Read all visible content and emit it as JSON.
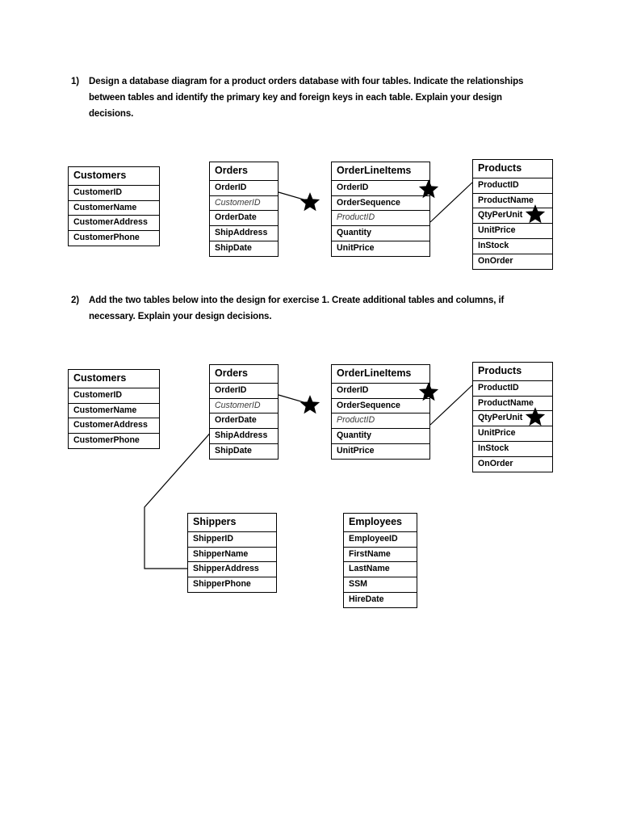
{
  "document": {
    "background_color": "#ffffff",
    "text_color": "#000000"
  },
  "exercises": [
    {
      "number": "1)",
      "text": "Design a database diagram for a product orders database with four tables. Indicate the relationships between tables and identify the primary key and foreign keys in each table. Explain your design decisions."
    },
    {
      "number": "2)",
      "text": "Add the two tables below into the design for exercise 1. Create additional tables and columns, if necessary. Explain your design decisions."
    }
  ],
  "diagram1": {
    "tables": [
      {
        "name": "Customers",
        "fields": [
          {
            "label": "CustomerID",
            "kind": "key"
          },
          {
            "label": "CustomerName",
            "kind": "plain"
          },
          {
            "label": "CustomerAddress",
            "kind": "plain"
          },
          {
            "label": "CustomerPhone",
            "kind": "plain"
          }
        ]
      },
      {
        "name": "Orders",
        "fields": [
          {
            "label": "OrderID",
            "kind": "key"
          },
          {
            "label": "CustomerID",
            "kind": "fk"
          },
          {
            "label": "OrderDate",
            "kind": "plain"
          },
          {
            "label": "ShipAddress",
            "kind": "plain"
          },
          {
            "label": "ShipDate",
            "kind": "plain"
          }
        ]
      },
      {
        "name": "OrderLineItems",
        "fields": [
          {
            "label": "OrderID",
            "kind": "key"
          },
          {
            "label": "OrderSequence",
            "kind": "key"
          },
          {
            "label": "ProductID",
            "kind": "fk"
          },
          {
            "label": "Quantity",
            "kind": "plain"
          },
          {
            "label": "UnitPrice",
            "kind": "plain"
          }
        ]
      },
      {
        "name": "Products",
        "fields": [
          {
            "label": "ProductID",
            "kind": "key"
          },
          {
            "label": "ProductName",
            "kind": "plain"
          },
          {
            "label": "QtyPerUnit",
            "kind": "plain"
          },
          {
            "label": "UnitPrice",
            "kind": "plain"
          },
          {
            "label": "InStock",
            "kind": "plain"
          },
          {
            "label": "OnOrder",
            "kind": "plain"
          }
        ]
      }
    ],
    "markers": [
      "star-orders-orderlineitems",
      "star-orderlineitems-right",
      "star-products-qtyperunit"
    ]
  },
  "diagram2": {
    "tables": [
      {
        "name": "Customers",
        "fields": [
          {
            "label": "CustomerID",
            "kind": "key"
          },
          {
            "label": "CustomerName",
            "kind": "plain"
          },
          {
            "label": "CustomerAddress",
            "kind": "plain"
          },
          {
            "label": "CustomerPhone",
            "kind": "plain"
          }
        ]
      },
      {
        "name": "Orders",
        "fields": [
          {
            "label": "OrderID",
            "kind": "key"
          },
          {
            "label": "CustomerID",
            "kind": "fk"
          },
          {
            "label": "OrderDate",
            "kind": "plain"
          },
          {
            "label": "ShipAddress",
            "kind": "plain"
          },
          {
            "label": "ShipDate",
            "kind": "plain"
          }
        ]
      },
      {
        "name": "OrderLineItems",
        "fields": [
          {
            "label": "OrderID",
            "kind": "key"
          },
          {
            "label": "OrderSequence",
            "kind": "key"
          },
          {
            "label": "ProductID",
            "kind": "fk"
          },
          {
            "label": "Quantity",
            "kind": "plain"
          },
          {
            "label": "UnitPrice",
            "kind": "plain"
          }
        ]
      },
      {
        "name": "Products",
        "fields": [
          {
            "label": "ProductID",
            "kind": "key"
          },
          {
            "label": "ProductName",
            "kind": "plain"
          },
          {
            "label": "QtyPerUnit",
            "kind": "plain"
          },
          {
            "label": "UnitPrice",
            "kind": "plain"
          },
          {
            "label": "InStock",
            "kind": "plain"
          },
          {
            "label": "OnOrder",
            "kind": "plain"
          }
        ]
      },
      {
        "name": "Shippers",
        "fields": [
          {
            "label": "ShipperID",
            "kind": "key"
          },
          {
            "label": "ShipperName",
            "kind": "plain"
          },
          {
            "label": "ShipperAddress",
            "kind": "plain"
          },
          {
            "label": "ShipperPhone",
            "kind": "plain"
          }
        ]
      },
      {
        "name": "Employees",
        "fields": [
          {
            "label": "EmployeeID",
            "kind": "key"
          },
          {
            "label": "FirstName",
            "kind": "plain"
          },
          {
            "label": "LastName",
            "kind": "plain"
          },
          {
            "label": "SSM",
            "kind": "plain"
          },
          {
            "label": "HireDate",
            "kind": "plain"
          }
        ]
      }
    ],
    "markers": [
      "star-orders-orderlineitems",
      "star-orderlineitems-right",
      "star-products-qtyperunit"
    ]
  }
}
